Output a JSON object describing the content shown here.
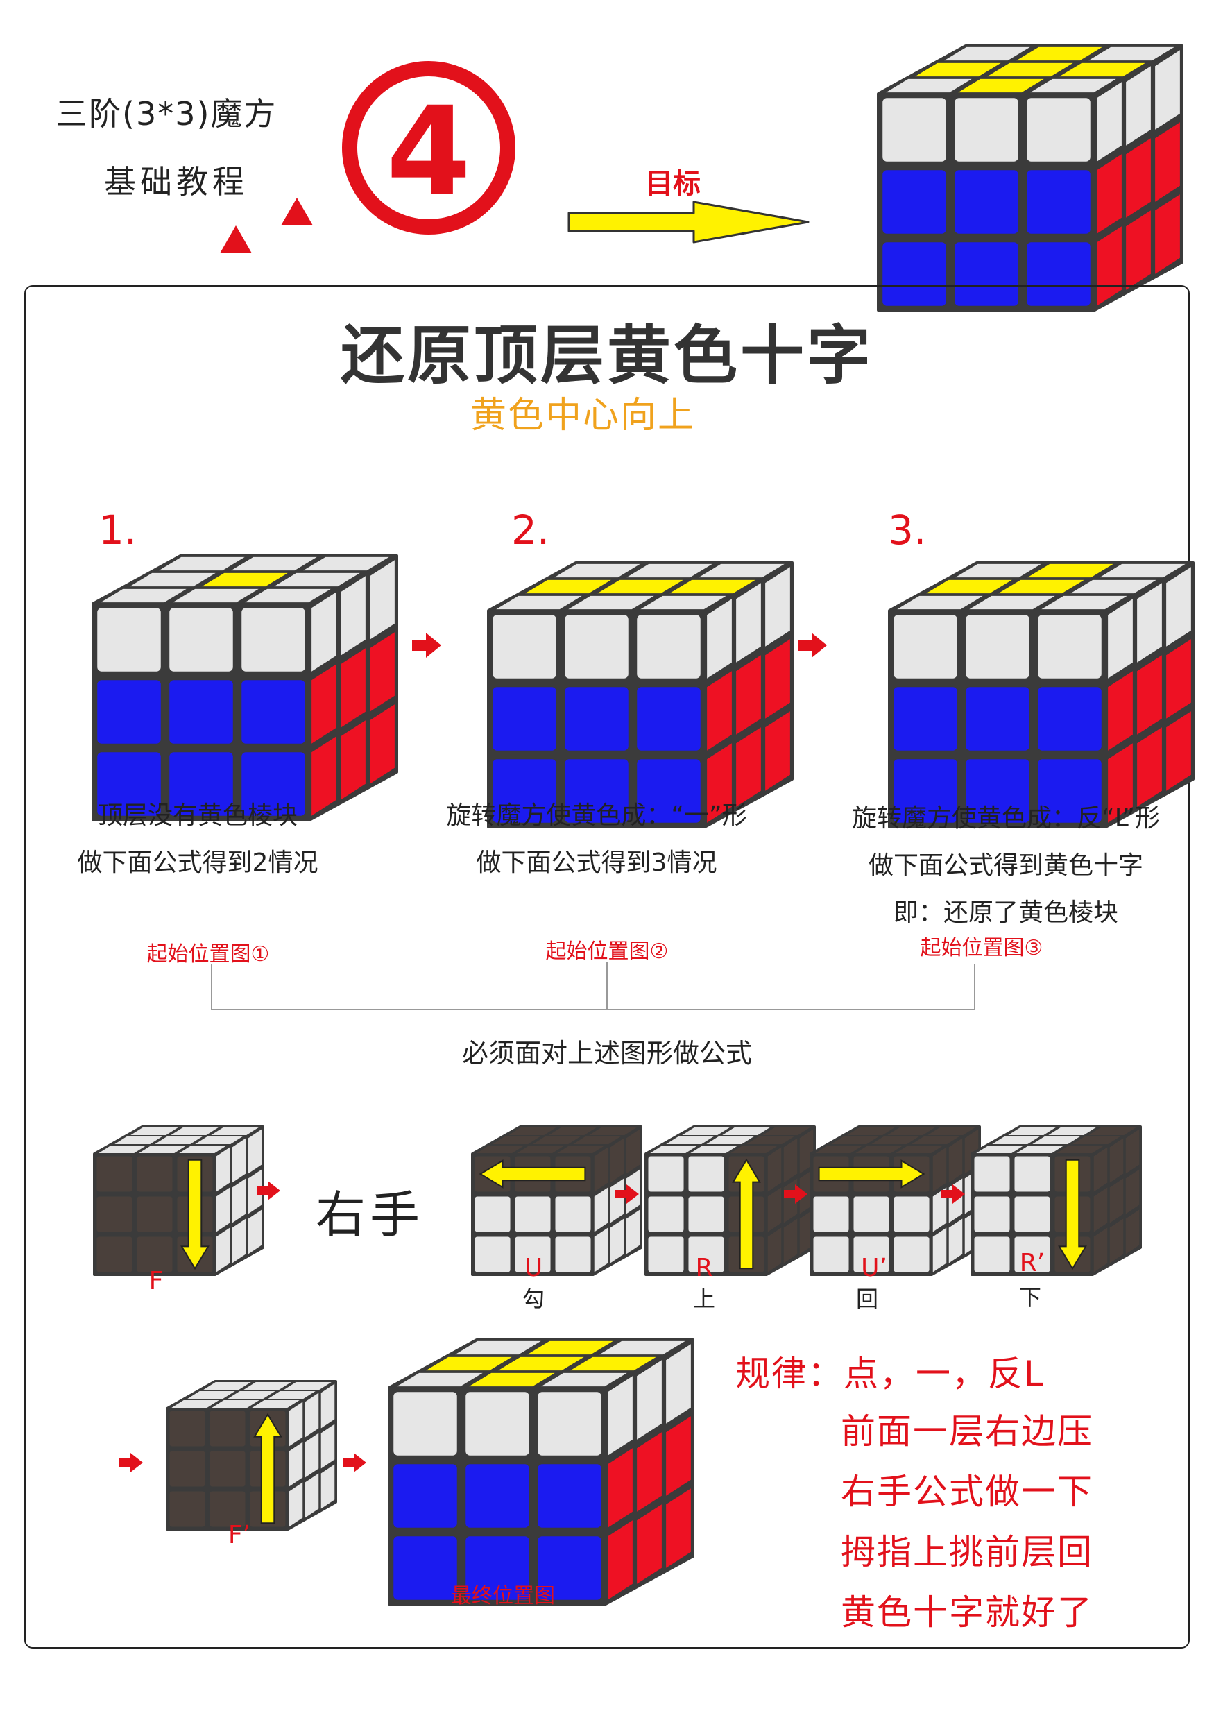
{
  "header": {
    "title_line1": "三阶(3*3)魔方",
    "title_line2": "基础教程",
    "badge_number": "4",
    "goal_label": "目标"
  },
  "main": {
    "title": "还原顶层黄色十字",
    "subtitle": "黄色中心向上",
    "steps": [
      {
        "num": "1.",
        "desc1": "顶层没有黄色棱块",
        "desc2": "做下面公式得到2情况",
        "desc3": "",
        "position_label": "起始位置图①"
      },
      {
        "num": "2.",
        "desc1": "旋转魔方使黄色成：“一”形",
        "desc2": "做下面公式得到3情况",
        "desc3": "",
        "position_label": "起始位置图②"
      },
      {
        "num": "3.",
        "desc1": "旋转魔方使黄色成：反“L”形",
        "desc2": "做下面公式得到黄色十字",
        "desc3": "即：还原了黄色棱块",
        "position_label": "起始位置图③"
      }
    ],
    "bracket_caption": "必须面对上述图形做公式",
    "right_hand_label": "右手",
    "moves": [
      {
        "notation": "F",
        "hint": ""
      },
      {
        "notation": "U",
        "hint": "勾"
      },
      {
        "notation": "R",
        "hint": "上"
      },
      {
        "notation": "U’",
        "hint": "回"
      },
      {
        "notation": "R’",
        "hint": "下"
      },
      {
        "notation": "F’",
        "hint": ""
      }
    ],
    "final_label": "最终位置图",
    "rule_title": "规律：点，一，反L",
    "rules": [
      "前面一层右边压",
      "右手公式做一下",
      "拇指上挑前层回",
      "黄色十字就好了"
    ]
  },
  "colors": {
    "accent_red": "#e2111b",
    "subtitle_orange": "#f0a21d",
    "cube_white": "#e6e6e6",
    "cube_blue": "#1b1bf0",
    "cube_red": "#ee1123",
    "cube_yellow": "#fff200",
    "cube_dark": "#4a403b",
    "arrow_yellow": "#fff200"
  }
}
